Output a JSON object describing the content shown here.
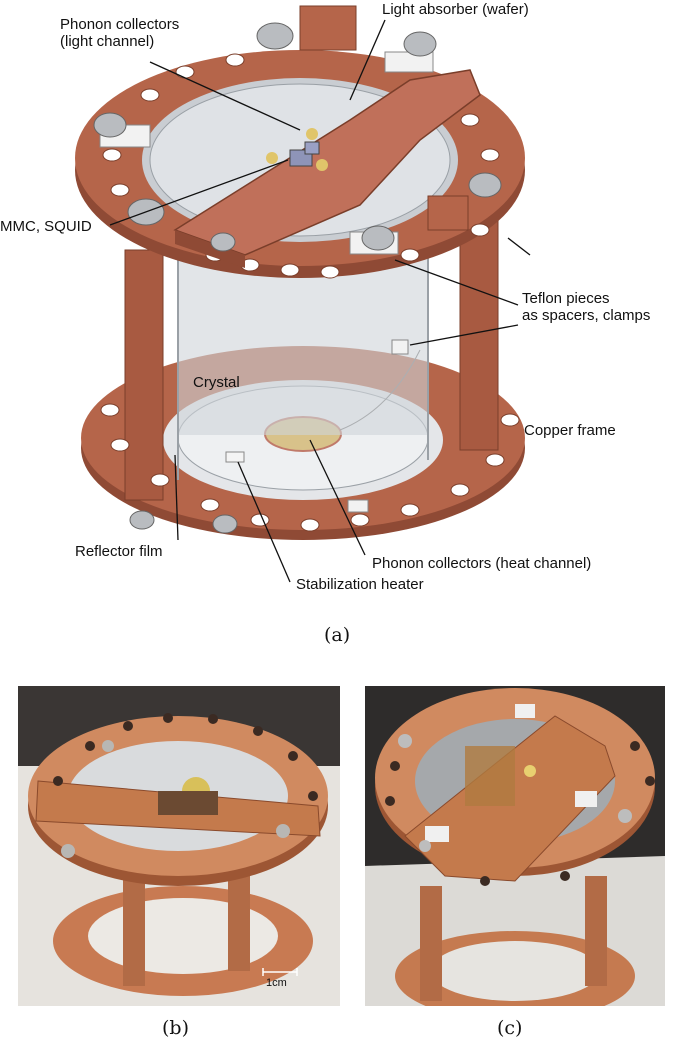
{
  "labels": {
    "phonon_light": [
      "Phonon collectors",
      "(light channel)"
    ],
    "light_absorber": "Light absorber (wafer)",
    "mmc_squid": "MMC, SQUID",
    "teflon": [
      "Teflon pieces",
      "as spacers, clamps"
    ],
    "crystal": "Crystal",
    "copper_frame": "Copper frame",
    "reflector": "Reflector film",
    "phonon_heat": "Phonon collectors (heat channel)",
    "heater": "Stabilization heater"
  },
  "captions": {
    "a": "(a)",
    "b": "(b)",
    "c": "(c)"
  },
  "scale_bar": "1cm",
  "colors": {
    "copper": "#b5654a",
    "copper_dark": "#8f4a35",
    "copper_light": "#cd836a",
    "glass": "#cfd3d8",
    "gold": "#d8c28a",
    "photo_bg": "#e8e6e2"
  }
}
